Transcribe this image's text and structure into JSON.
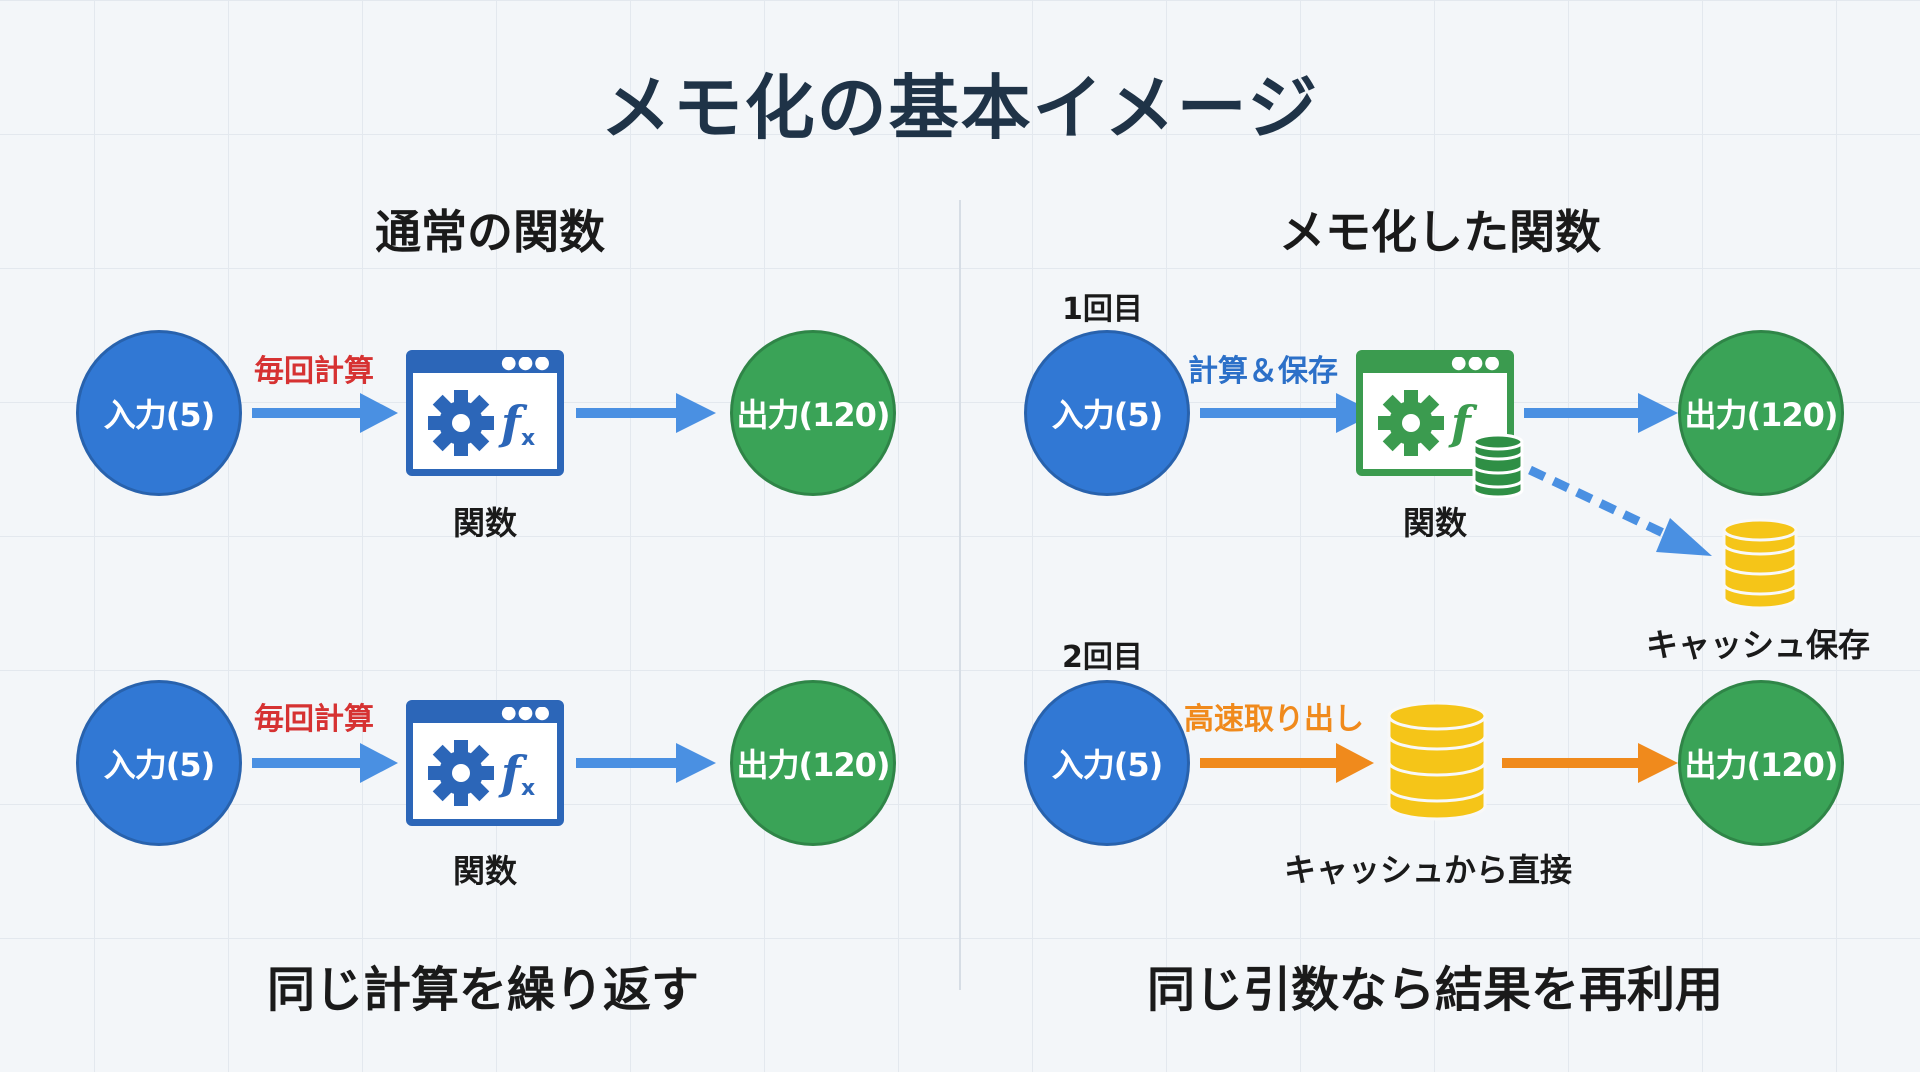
{
  "title": "メモ化の基本イメージ",
  "left": {
    "heading": "通常の関数",
    "rows": [
      {
        "input": "入力(5)",
        "arrow_label": "毎回計算",
        "function_label": "関数",
        "output": "出力(120)"
      },
      {
        "input": "入力(5)",
        "arrow_label": "毎回計算",
        "function_label": "関数",
        "output": "出力(120)"
      }
    ],
    "caption": "同じ計算を繰り返す"
  },
  "right": {
    "heading": "メモ化した関数",
    "first": {
      "run_label": "1回目",
      "input": "入力(5)",
      "arrow_label": "計算＆保存",
      "function_label": "関数",
      "output": "出力(120)",
      "cache_label": "キャッシュ保存"
    },
    "second": {
      "run_label": "2回目",
      "input": "入力(5)",
      "arrow_label": "高速取り出し",
      "cache_label": "キャッシュから直接",
      "output": "出力(120)"
    },
    "caption": "同じ引数なら結果を再利用"
  },
  "icons": {
    "function": "gear-fx-window-icon",
    "cache": "database-icon"
  },
  "colors": {
    "input": "#3178d4",
    "output": "#3aa357",
    "arrow": "#4a90e2",
    "fast_arrow": "#f08a1c",
    "cache": "#f5c518",
    "label_red": "#d63232",
    "label_blue": "#2c70c8",
    "label_orange": "#f08a1c"
  }
}
